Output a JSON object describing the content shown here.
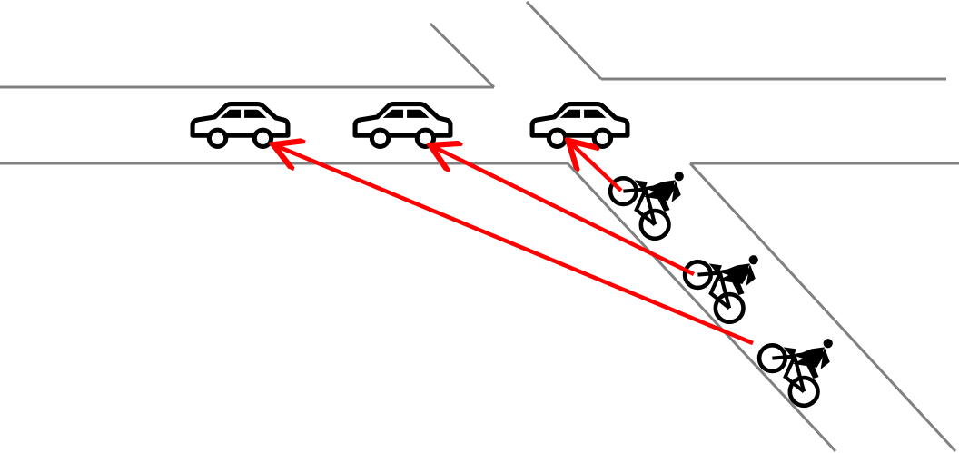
{
  "diagram": {
    "road_color": "#808080",
    "arrow_color": "#ff0000",
    "vehicle_color": "#000000",
    "background_color": "#ffffff",
    "cars": [
      {
        "icon": "car-icon"
      },
      {
        "icon": "car-icon"
      },
      {
        "icon": "car-icon"
      }
    ],
    "bicycles": [
      {
        "icon": "bicycle-icon"
      },
      {
        "icon": "bicycle-icon"
      },
      {
        "icon": "bicycle-icon"
      }
    ],
    "arrows": [
      {
        "from": "bicycle-1",
        "to": "car-3"
      },
      {
        "from": "bicycle-2",
        "to": "car-2"
      },
      {
        "from": "bicycle-3",
        "to": "car-1"
      }
    ]
  }
}
